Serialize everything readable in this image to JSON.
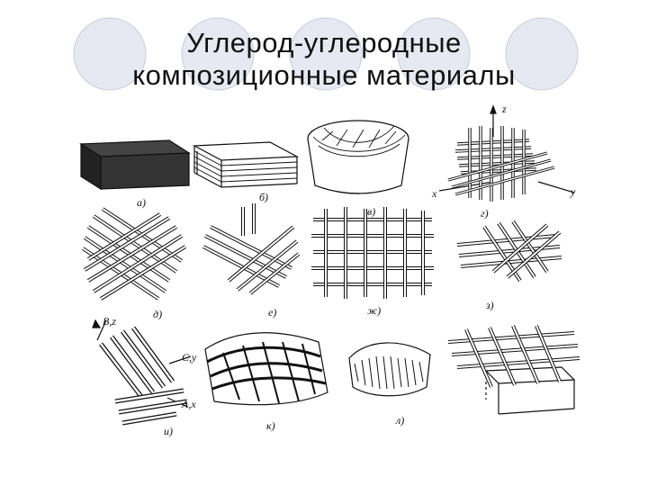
{
  "slide": {
    "title_line1": "Углерод-углеродные",
    "title_line2": "композиционные материалы"
  },
  "figure": {
    "captions": {
      "a": "а)",
      "b": "б)",
      "v": "в)",
      "g": "г)",
      "d": "д)",
      "e": "е)",
      "zh": "ж)",
      "z": "з)",
      "i": "и)",
      "k": "к)",
      "l": "л)"
    },
    "axes": {
      "z": "z",
      "x": "x",
      "y": "y",
      "bz": "B,z",
      "cy": "C,y",
      "ax": "A,x"
    }
  },
  "colors": {
    "circle_fill": "#e6e8f2",
    "circle_stroke": "#c9cce0",
    "ink": "#111111"
  }
}
